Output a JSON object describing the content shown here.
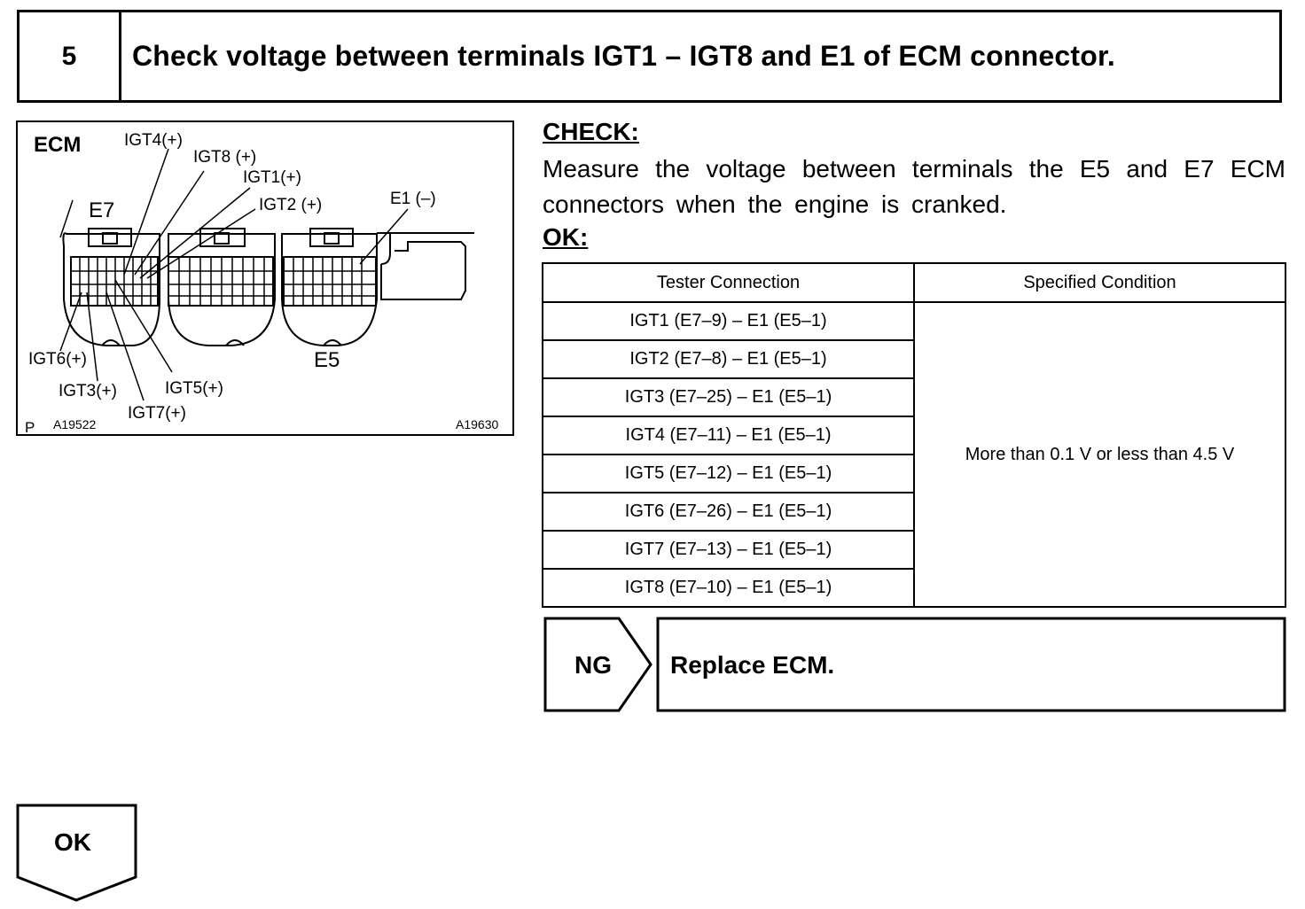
{
  "step": {
    "number": "5",
    "title": "Check voltage between terminals IGT1 – IGT8 and E1 of ECM connector."
  },
  "figure": {
    "ecm_label": "ECM",
    "connector_e7": "E7",
    "connector_e5": "E5",
    "labels": {
      "igt4": "IGT4(+)",
      "igt8": "IGT8 (+)",
      "igt1": "IGT1(+)",
      "igt2": "IGT2 (+)",
      "e1": "E1 (–)",
      "igt6": "IGT6(+)",
      "igt3": "IGT3(+)",
      "igt5": "IGT5(+)",
      "igt7": "IGT7(+)"
    },
    "p_mark": "P",
    "code_left": "A19522",
    "code_right": "A19630"
  },
  "check": {
    "label": "CHECK:",
    "text": "Measure the voltage between terminals the E5 and E7 ECM connectors when the engine is cranked."
  },
  "ok": {
    "label": "OK:"
  },
  "table": {
    "headers": [
      "Tester Connection",
      "Specified Condition"
    ],
    "rows": [
      "IGT1 (E7–9) – E1 (E5–1)",
      "IGT2 (E7–8) – E1 (E5–1)",
      "IGT3 (E7–25) – E1 (E5–1)",
      "IGT4 (E7–11) – E1 (E5–1)",
      "IGT5 (E7–12) – E1 (E5–1)",
      "IGT6 (E7–26) – E1 (E5–1)",
      "IGT7 (E7–13) – E1 (E5–1)",
      "IGT8 (E7–10) – E1 (E5–1)"
    ],
    "condition": "More than 0.1 V or less than 4.5 V"
  },
  "ng": {
    "label": "NG",
    "action": "Replace ECM."
  },
  "ok_flow": {
    "label": "OK"
  }
}
